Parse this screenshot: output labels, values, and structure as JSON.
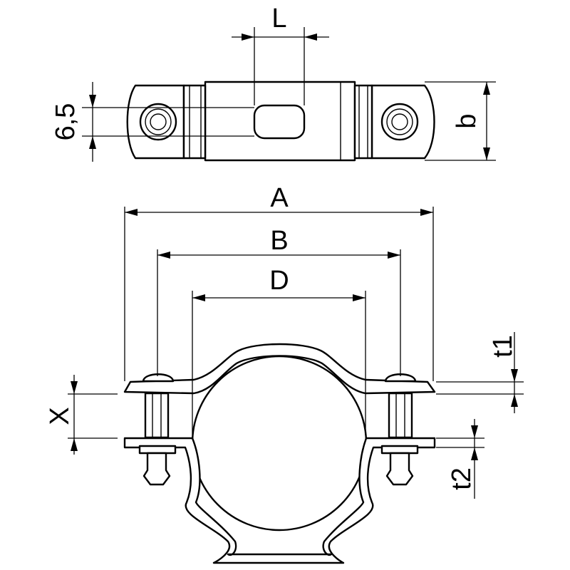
{
  "dimensions": {
    "L": "L",
    "six_five": "6,5",
    "b": "b",
    "A": "A",
    "B": "B",
    "D": "D",
    "t1": "t1",
    "X": "X",
    "t2": "t2"
  }
}
